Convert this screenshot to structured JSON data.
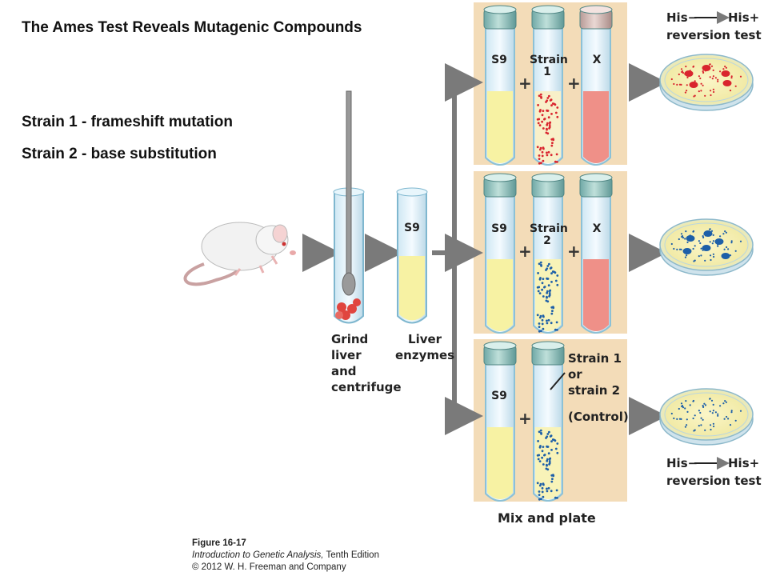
{
  "title": "The Ames Test Reveals Mutagenic Compounds",
  "strain_notes": [
    "Strain 1 - frameshift mutation",
    "Strain 2 - base substitution"
  ],
  "steps": {
    "grind": [
      "Grind",
      "liver",
      "and",
      "centrifuge"
    ],
    "liver_enzymes": [
      "Liver",
      "enzymes"
    ],
    "mix_plate": "Mix and plate"
  },
  "tubes": {
    "s9": "S9",
    "strain1": [
      "Strain",
      "1"
    ],
    "strain2": [
      "Strain",
      "2"
    ],
    "x": "X"
  },
  "plus": "+",
  "control": {
    "strain_text": [
      "Strain 1",
      "or",
      "strain 2"
    ],
    "label": "(Control)"
  },
  "reversion": {
    "his_minus": "His−",
    "his_plus": "His+",
    "label": "reversion test"
  },
  "figure": {
    "number": "Figure 16-17",
    "book": "Introduction to Genetic Analysis,",
    "edition": " Tenth Edition",
    "copyright": "© 2012 W. H. Freeman and Company"
  },
  "colors": {
    "panel": "#f3dcb8",
    "s9_fluid": "#f7f2a3",
    "x_fluid": "#ef9088",
    "red_colony": "#d9252e",
    "blue_colony": "#1d5fa8",
    "arrow": "#7a7a7a"
  }
}
